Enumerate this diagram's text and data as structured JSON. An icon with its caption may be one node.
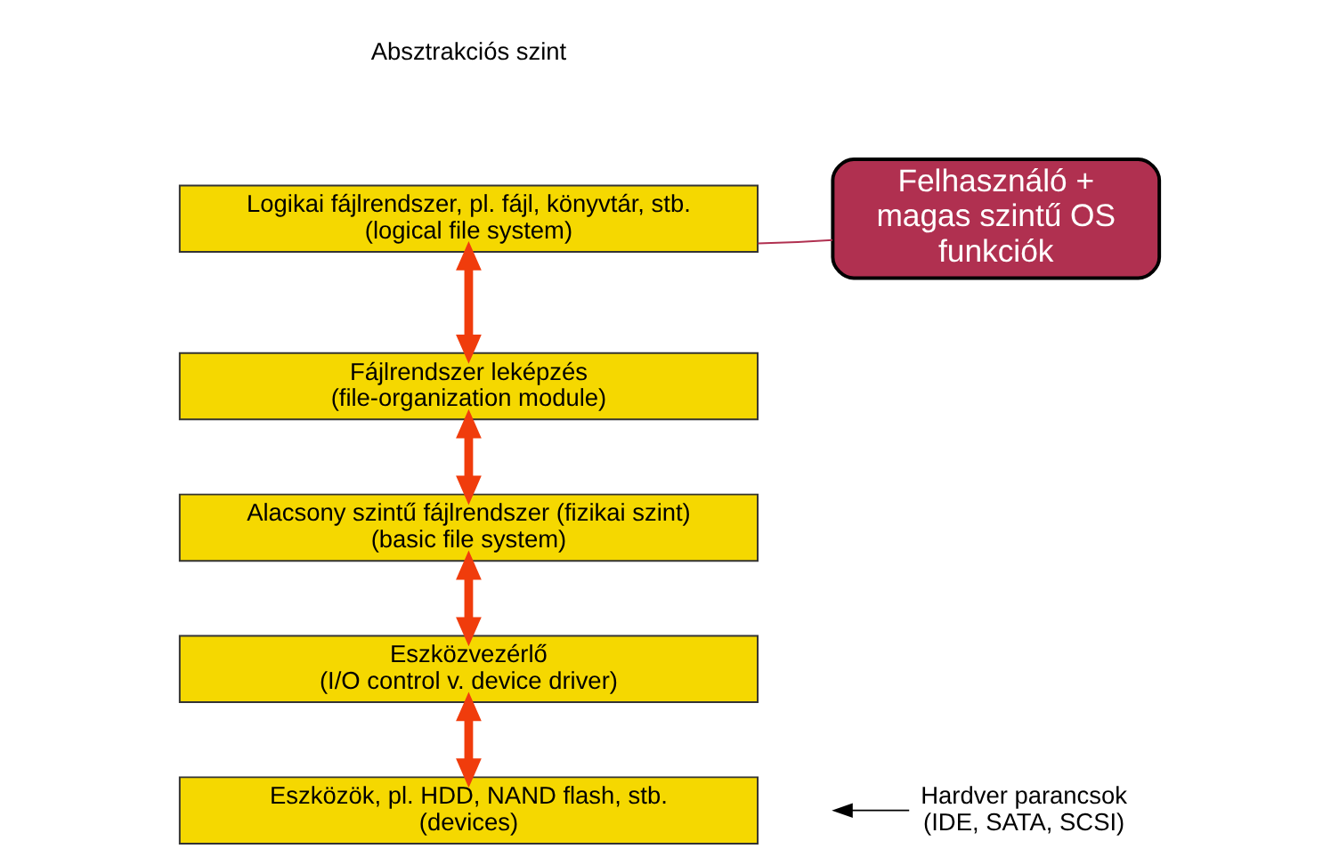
{
  "diagram": {
    "nodes": [
      {
        "text": [
          "Logikai fájlrendszer, pl. fájl, könyvtár, stb. (logical file system)"
        ]
      },
      {
        "text": [
          "Fájlrendszer leképzés (file-organization module)"
        ]
      },
      {
        "text": [
          "Alacsony szintű fájlrendszer (fizikai szint) (basic file system)"
        ]
      },
      {
        "text": [
          "Eszközvezérlő (I/O control v. device driver)"
        ]
      },
      {
        "text": [
          "Eszközök, pl. HDD, NAND flash, stb. (devices)"
        ]
      },
      {
        "text": [
          "Felhasználó + magas szintű OS funkciók"
        ]
      },
      {
        "text": [
          "Hardver parancsok (IDE, SATA, SCSI)"
        ]
      }
    ],
    "edges": [
      {
        "from": 0,
        "to": 1,
        "arrow": "both"
      },
      {
        "from": 1,
        "to": 2,
        "arrow": "both"
      },
      {
        "from": 2,
        "to": 3,
        "arrow": "both"
      },
      {
        "from": 3,
        "to": 4,
        "arrow": "both"
      },
      {
        "from": 5,
        "to": 0,
        "arrow": "none",
        "color": "#b03050"
      },
      {
        "from": 6,
        "to": null,
        "arrow": "to",
        "color": "#000000"
      }
    ],
    "labels": [
      "Absztrakciós szint"
    ]
  }
}
